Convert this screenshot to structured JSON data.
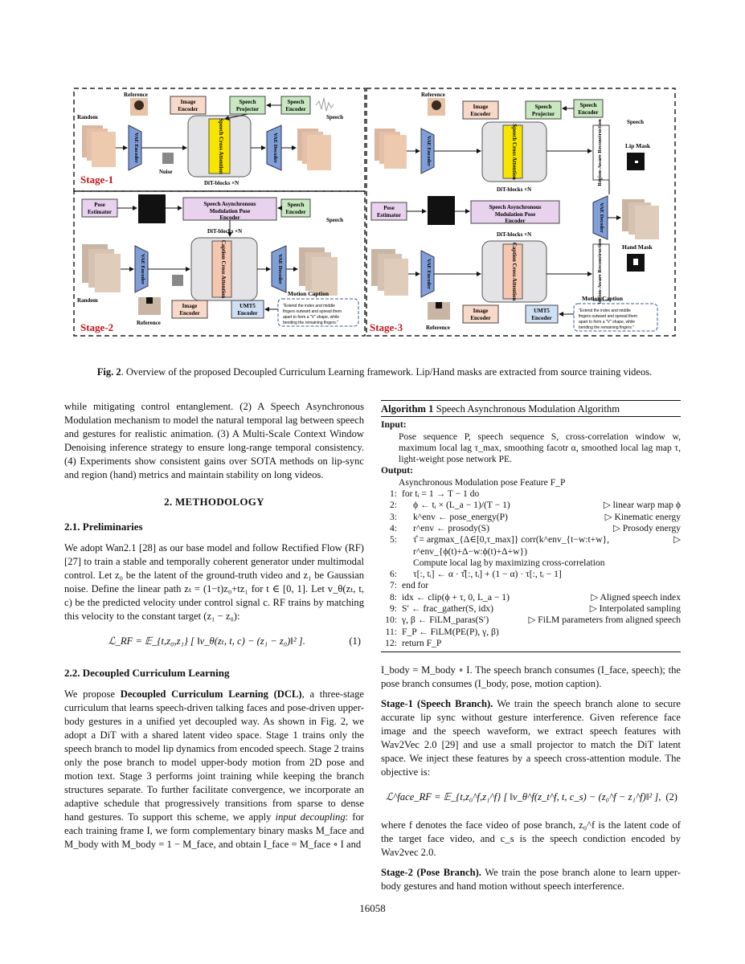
{
  "figure": {
    "stage1": "Stage-1",
    "stage2": "Stage-2",
    "stage3": "Stage-3",
    "labels": {
      "reference": "Reference",
      "random": "Random",
      "image_encoder": "Image Encoder",
      "speech_projector": "Speech Projector",
      "speech_encoder": "Speech Encoder",
      "speech": "Speech",
      "vae_encoder": "VAE Encoder",
      "vae_decoder": "VAE Decoder",
      "speech_cross_attention": "Speech Cross Attention",
      "caption_cross_attention": "Caption Cross Attention",
      "noise": "Noise",
      "dit_blocks": "DiT-blocks ×N",
      "pose_estimator": "Pose Estimator",
      "sam_encoder": "Speech Asynchronous Modulation Pose Encoder",
      "umt5_encoder": "UMT5 Encoder",
      "motion_caption": "Motion Caption",
      "motion_caption_text": "\"Extend the index and middle fingers outward and spread them apart to form a \"V\" shape, while bending the remaining fingers.\"",
      "lip_mask": "Lip Mask",
      "hand_mask": "Hand Mask",
      "region_aware": "Region-Aware Reconstruction"
    }
  },
  "caption": {
    "label": "Fig. 2",
    "text": ". Overview of the proposed Decoupled Curriculum Learning framework. Lip/Hand masks are extracted from source training videos."
  },
  "left": {
    "p1": "while mitigating control entanglement. (2) A Speech Asynchronous Modulation mechanism to model the natural temporal lag between speech and gestures for realistic animation. (3) A Multi-Scale Context Window Denoising inference strategy to ensure long-range temporal consistency. (4) Experiments show consistent gains over SOTA methods on lip-sync and region (hand) metrics and maintain stability on long videos.",
    "sec2": "2. METHODOLOGY",
    "sub21": "2.1. Preliminaries",
    "p2": "We adopt Wan2.1 [28] as our base model and follow Rectified Flow (RF) [27] to train a stable and temporally coherent generator under multimodal control. Let z₀ be the latent of the ground-truth video and z₁ be Gaussian noise. Define the linear path zₜ = (1−t)z₀+tz₁ for t ∈ [0, 1]. Let v_θ(zₜ, t, c) be the predicted velocity under control signal c. RF trains by matching this velocity to the constant target (z₁ − z₀):",
    "eq1": "ℒ_RF = 𝔼_{t,z₀,z₁} [ ‖v_θ(zₜ, t, c) − (z₁ − z₀)‖² ].",
    "eq1_num": "(1)",
    "sub22": "2.2. Decoupled Curriculum Learning",
    "p3a": "We propose ",
    "p3b": "Decoupled Curriculum Learning (DCL)",
    "p3c": ", a three-stage curriculum that learns speech-driven talking faces and pose-driven upper-body gestures in a unified yet decoupled way. As shown in Fig. 2, we adopt a DiT with a shared latent video space. Stage 1 trains only the speech branch to model lip dynamics from encoded speech. Stage 2 trains only the pose branch to model upper-body motion from 2D pose and motion text. Stage 3 performs joint training while keeping the branch structures separate. To further facilitate convergence, we incorporate an adaptive schedule that progressively transitions from sparse to dense hand gestures. To support this scheme, we apply ",
    "p3d": "input decoupling",
    "p3e": ": for each training frame I, we form complementary binary masks M_face and M_body with M_body = 1 − M_face, and obtain I_face = M_face ∘ I and"
  },
  "algo": {
    "title_b": "Algorithm 1",
    "title": " Speech Asynchronous Modulation Algorithm",
    "input_lbl": "Input:",
    "input_text": "Pose sequence P, speech sequence S, cross-correlation window w, maximum local lag τ_max, smoothing facotr α, smoothed local lag map τ, light-weight pose network PE.",
    "output_lbl": "Output:",
    "output_text": "Asynchronous Modulation pose Feature F_P",
    "lines": [
      {
        "n": "1:",
        "code": "for tᵢ = 1 → T − 1 do",
        "cmt": "",
        "ind": 0
      },
      {
        "n": "2:",
        "code": "ϕ ← tᵢ × (L_a − 1)/(T − 1)",
        "cmt": "▷ linear warp map ϕ",
        "ind": 1
      },
      {
        "n": "3:",
        "code": "k^env ← pose_energy(P)",
        "cmt": "▷ Kinematic energy",
        "ind": 1
      },
      {
        "n": "4:",
        "code": "r^env ← prosody(S)",
        "cmt": "▷ Prosody energy",
        "ind": 1
      },
      {
        "n": "5:",
        "code": "τ̂ = argmax_{Δ∈[0,τ_max]} corr(k^env_{t−w:t+w}, r^env_{ϕ(t)+Δ−w:ϕ(t)+Δ+w})",
        "cmt": "▷",
        "ind": 1
      },
      {
        "n": "",
        "code": "Compute local lag by maximizing cross-correlation",
        "cmt": "",
        "ind": 1
      },
      {
        "n": "6:",
        "code": "τ[:, tᵢ] ← α · τ̂[:, tᵢ] + (1 − α) · τ[:, tᵢ − 1]",
        "cmt": "",
        "ind": 1
      },
      {
        "n": "7:",
        "code": "end for",
        "cmt": "",
        "ind": 0
      },
      {
        "n": "8:",
        "code": "idx ← clip(ϕ + τ, 0, L_a − 1)",
        "cmt": "▷ Aligned speech index",
        "ind": 0
      },
      {
        "n": "9:",
        "code": "S′ ← frac_gather(S, idx)",
        "cmt": "▷ Interpolated sampling",
        "ind": 0
      },
      {
        "n": "10:",
        "code": "γ, β ← FiLM_paras(S′)",
        "cmt": "▷ FiLM parameters from aligned speech",
        "ind": 0
      },
      {
        "n": "11:",
        "code": "F_P ← FiLM(PE(P), γ, β)",
        "cmt": "",
        "ind": 0
      },
      {
        "n": "12:",
        "code": "return F_P",
        "cmt": "",
        "ind": 0
      }
    ]
  },
  "right": {
    "p1": "I_body = M_body ∘ I. The speech branch consumes (I_face, speech); the pose branch consumes (I_body, pose, motion caption).",
    "s1_lbl": "Stage-1 (Speech Branch).",
    "s1_text": " We train the speech branch alone to secure accurate lip sync without gesture interference. Given reference face image and the speech waveform, we extract speech features with Wav2Vec 2.0 [29] and use a small projector to match the DiT latent space. We inject these features by a speech cross-attention module. The objective is:",
    "eq2": "ℒ^face_RF = 𝔼_{t,z₀^f,z₁^f} [ ‖v_θ^f(z_t^f, t, c_s) − (z₀^f − z₁^f)‖² ],",
    "eq2_num": "(2)",
    "p2": "where f denotes the face video of pose branch, z₀^f is the latent code of the target face video, and c_s is the speech condiction encoded by Wav2vec 2.0.",
    "s2_lbl": "Stage-2 (Pose Branch).",
    "s2_text": " We train the pose branch alone to learn upper-body gestures and hand motion without speech interference."
  },
  "footer": {
    "page": "16058"
  }
}
